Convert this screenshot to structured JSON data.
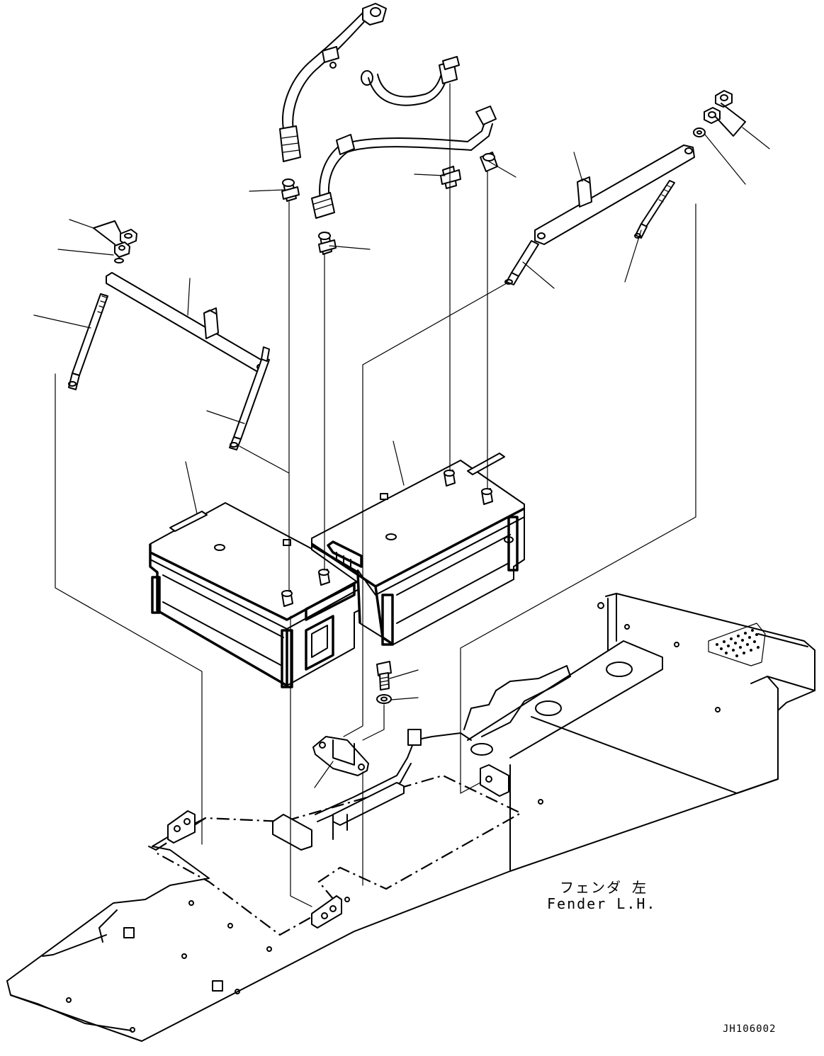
{
  "fender_label": {
    "japanese": "フェンダ 左",
    "english": "Fender L.H."
  },
  "drawing_code": "JH106002"
}
